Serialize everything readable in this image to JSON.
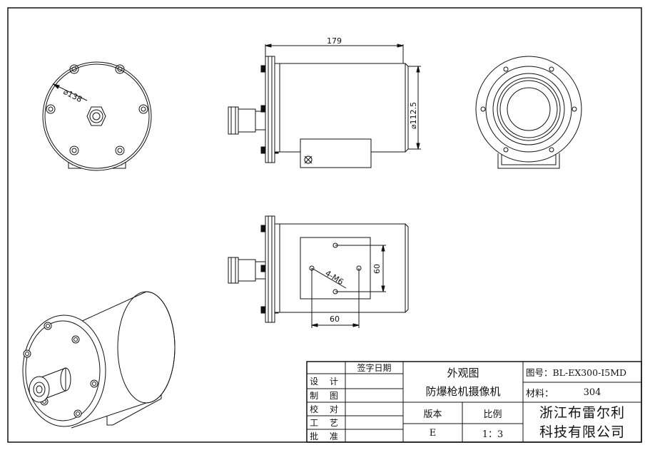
{
  "dimensions": {
    "front_diameter": "⌀138",
    "side_length": "179",
    "side_diameter": "⌀112.5",
    "bottom_holes": "4-M6",
    "bottom_spacing_h": "60",
    "bottom_spacing_v": "60"
  },
  "title_block": {
    "sign_date_header": "签字日期",
    "rows": [
      "设 计",
      "制 图",
      "校 对",
      "工 艺",
      "批 准"
    ],
    "title": "外观图",
    "product_name": "防爆枪机摄像机",
    "version_label": "版本",
    "version_value": "E",
    "scale_label": "比例",
    "scale_value": "1：3",
    "drawing_no": "图号：BL-EX300-I5MD",
    "material_label": "材料：",
    "material_value": "304",
    "company_line1": "浙江布雷尔利",
    "company_line2": "科技有限公司"
  }
}
